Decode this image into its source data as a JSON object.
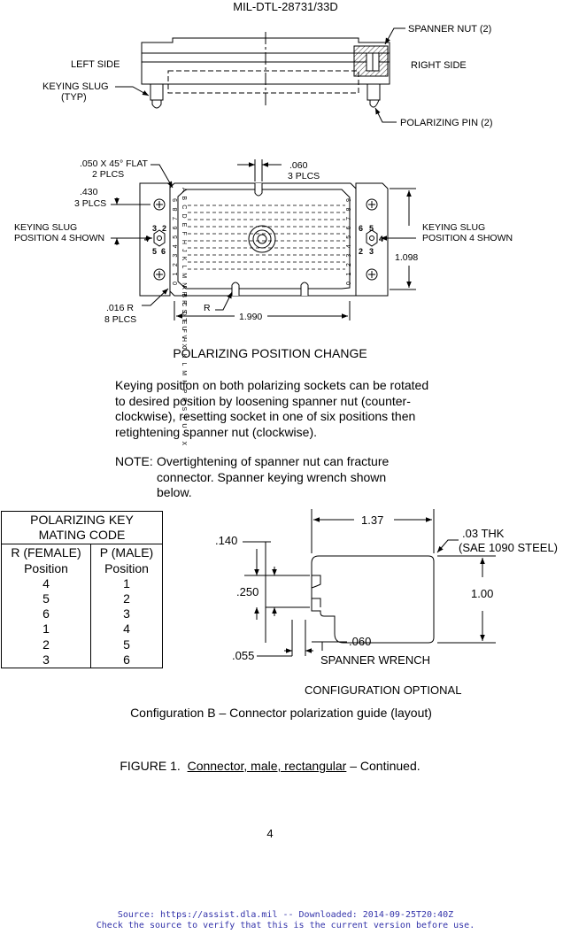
{
  "header": {
    "doc_id": "MIL-DTL-28731/33D"
  },
  "side_view": {
    "spanner_nut": "SPANNER NUT (2)",
    "left_side": "LEFT SIDE",
    "right_side": "RIGHT SIDE",
    "keying_slug": "KEYING SLUG",
    "typ": "(TYP)",
    "polarizing_pin": "POLARIZING PIN (2)"
  },
  "face_view": {
    "flat": ".050 X 45° FLAT",
    "flat_plcs": "2 PLCS",
    "dim_060": ".060",
    "dim_060_plcs": "3 PLCS",
    "dim_430": ".430",
    "dim_430_plcs": "3 PLCS",
    "keying_left_1": "KEYING SLUG",
    "keying_left_2": "POSITION 4 SHOWN",
    "keying_right_1": "KEYING SLUG",
    "keying_right_2": "POSITION 4 SHOWN",
    "dim_1098": "1.098",
    "dim_016": ".016 R",
    "dim_016_plcs": "8 PLCS",
    "r_label": "R",
    "dim_1990": "1.990",
    "hex_left_nums": [
      "3",
      "2",
      "4",
      "5",
      "6"
    ],
    "hex_right_nums": [
      "6",
      "5",
      "4",
      "2",
      "3"
    ],
    "top_letters": "A B C D E F H J K L M N P R S T U V X",
    "bottom_letters": "A B C D E F H J K L M N P R S T U V X",
    "row_numbers": "0 1 2 3 4 5 6 7 8 9"
  },
  "section_title": "POLARIZING POSITION CHANGE",
  "paragraph_lines": [
    "Keying position on both polarizing sockets can be rotated",
    "to desired position by loosening spanner nut (counter-",
    "clockwise), resetting socket in one of six positions then",
    "retightening spanner nut (clockwise)."
  ],
  "note": {
    "label": "NOTE:",
    "lines": [
      "Overtightening of spanner nut can fracture",
      "connector.  Spanner keying wrench shown",
      "below."
    ]
  },
  "key_table": {
    "title_line1": "POLARIZING KEY",
    "title_line2": "MATING CODE",
    "col1_header": "R (FEMALE)",
    "col2_header": "P (MALE)",
    "sub_header": "Position",
    "col1_values": [
      "4",
      "5",
      "6",
      "1",
      "2",
      "3"
    ],
    "col2_values": [
      "1",
      "2",
      "3",
      "4",
      "5",
      "6"
    ]
  },
  "wrench": {
    "dim_137": "1.37",
    "thk": ".03 THK",
    "steel": "(SAE 1090 STEEL)",
    "dim_140": ".140",
    "dim_250": ".250",
    "dim_100": "1.00",
    "dim_060": ".060",
    "dim_055": ".055",
    "title": "SPANNER WRENCH",
    "config": "CONFIGURATION OPTIONAL"
  },
  "caption": "Configuration B – Connector polarization guide (layout)",
  "figure": {
    "prefix": "FIGURE 1.  ",
    "underlined": "Connector, male, rectangular",
    "suffix": " – Continued."
  },
  "page_number": "4",
  "source_line1": "Source: https://assist.dla.mil -- Downloaded: 2014-09-25T20:40Z",
  "source_line2": "Check the source to verify that this is the current version before use."
}
